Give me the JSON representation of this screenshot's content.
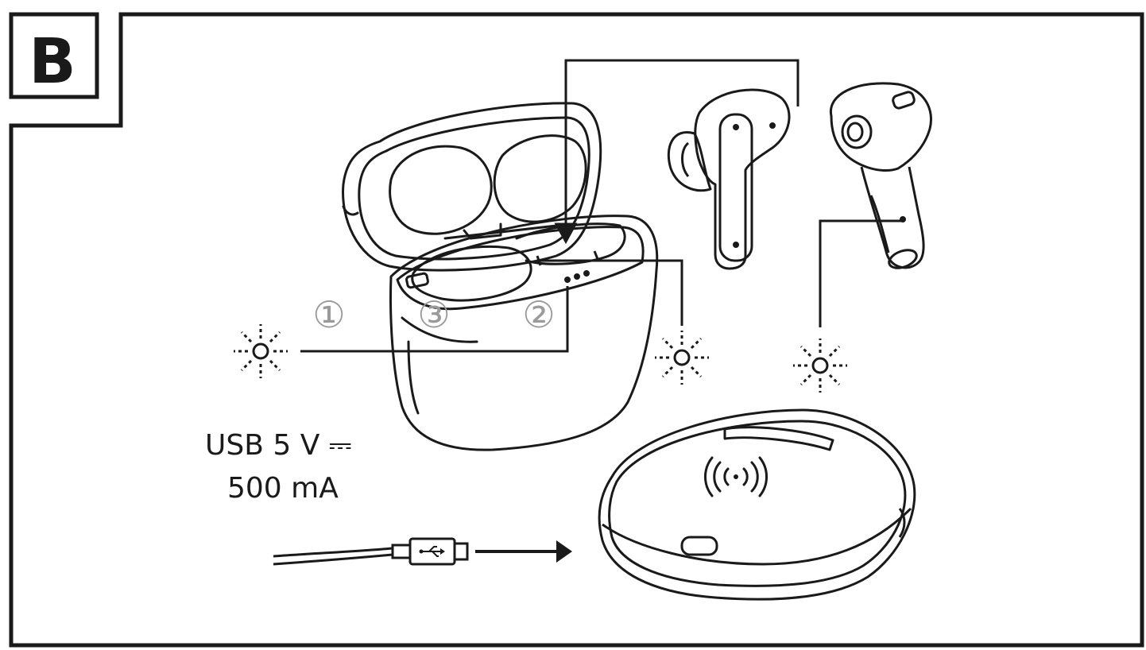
{
  "figure": {
    "section_label": "B",
    "usb_spec": {
      "line1": "USB 5 V ⎓",
      "line2": "500 mA"
    },
    "callouts": [
      {
        "id": "1",
        "glyph": "①"
      },
      {
        "id": "3",
        "glyph": "③"
      },
      {
        "id": "2",
        "glyph": "②"
      }
    ],
    "icons": [
      "led-indicator-icon",
      "wireless-charging-icon",
      "usb-icon",
      "arrow-right-icon"
    ],
    "colors": {
      "ink": "#1a1a1a",
      "callout_gray": "#9a9a9a",
      "background": "#ffffff"
    }
  }
}
